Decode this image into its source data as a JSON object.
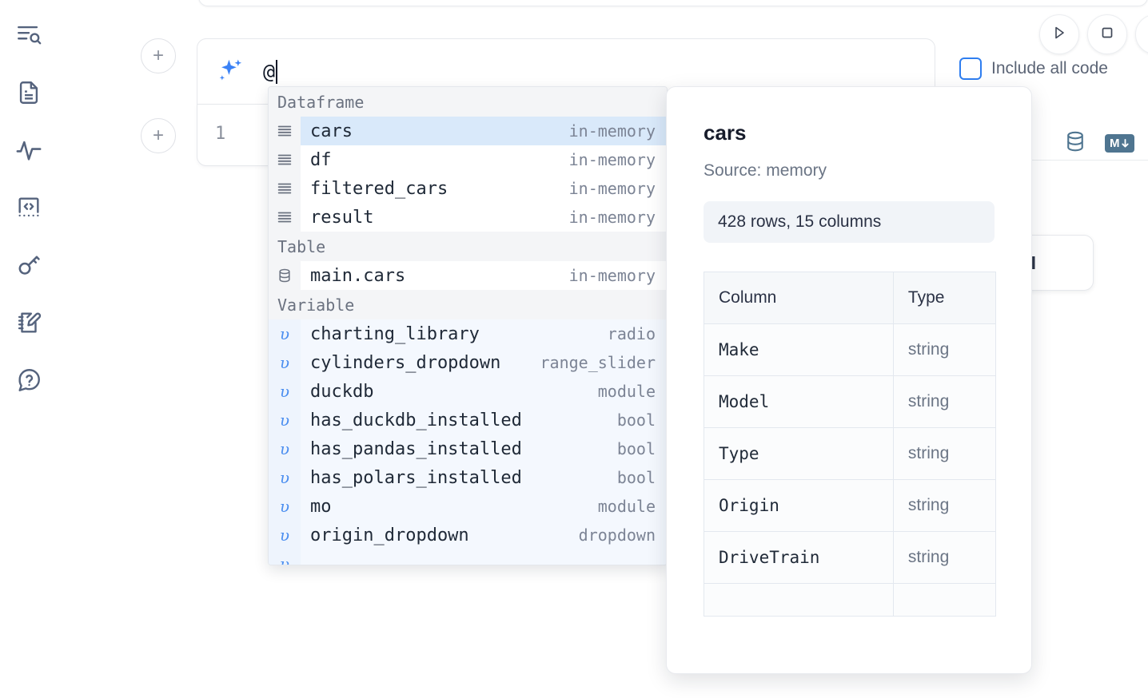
{
  "sidebar": {
    "items": [
      {
        "name": "outline-search",
        "label": "Outline search"
      },
      {
        "name": "file",
        "label": "Files"
      },
      {
        "name": "activity",
        "label": "Activity"
      },
      {
        "name": "code-brackets",
        "label": "Snippets"
      },
      {
        "name": "key",
        "label": "Secrets"
      },
      {
        "name": "notebook-pencil",
        "label": "Scratchpad"
      },
      {
        "name": "help-chat",
        "label": "Help"
      }
    ]
  },
  "toolbar": {
    "run_label": "Run",
    "stop_label": "Stop",
    "include_all_code_label": "Include all code",
    "include_all_code_checked": false,
    "accent_color": "#2f7ef0"
  },
  "output_icons": {
    "database_label": "Database",
    "markdown_label": "M"
  },
  "ai_cell": {
    "add_button_label": "+",
    "prompt_value": "@",
    "sparkle_icon": "sparkle-icon"
  },
  "code_cell": {
    "add_button_label": "+",
    "line_number": "1"
  },
  "ai_card": {
    "label": "AI"
  },
  "autocomplete": {
    "sections": [
      {
        "title": "Dataframe",
        "icon": "dataframe-icon",
        "items": [
          {
            "name": "cars",
            "type": "in-memory",
            "selected": true
          },
          {
            "name": "df",
            "type": "in-memory",
            "selected": false
          },
          {
            "name": "filtered_cars",
            "type": "in-memory",
            "selected": false
          },
          {
            "name": "result",
            "type": "in-memory",
            "selected": false
          }
        ]
      },
      {
        "title": "Table",
        "icon": "database-icon",
        "items": [
          {
            "name": "main.cars",
            "type": "in-memory",
            "selected": false
          }
        ]
      },
      {
        "title": "Variable",
        "icon": "variable-icon",
        "items": [
          {
            "name": "charting_library",
            "type": "radio",
            "selected": false
          },
          {
            "name": "cylinders_dropdown",
            "type": "range_slider",
            "selected": false
          },
          {
            "name": "duckdb",
            "type": "module",
            "selected": false
          },
          {
            "name": "has_duckdb_installed",
            "type": "bool",
            "selected": false
          },
          {
            "name": "has_pandas_installed",
            "type": "bool",
            "selected": false
          },
          {
            "name": "has_polars_installed",
            "type": "bool",
            "selected": false
          },
          {
            "name": "mo",
            "type": "module",
            "selected": false
          },
          {
            "name": "origin_dropdown",
            "type": "dropdown",
            "selected": false
          }
        ]
      }
    ]
  },
  "preview_panel": {
    "title": "cars",
    "source": "Source: memory",
    "shape": "428 rows, 15 columns",
    "table": {
      "headers": [
        "Column",
        "Type"
      ],
      "rows": [
        [
          "Make",
          "string"
        ],
        [
          "Model",
          "string"
        ],
        [
          "Type",
          "string"
        ],
        [
          "Origin",
          "string"
        ],
        [
          "DriveTrain",
          "string"
        ]
      ]
    }
  }
}
